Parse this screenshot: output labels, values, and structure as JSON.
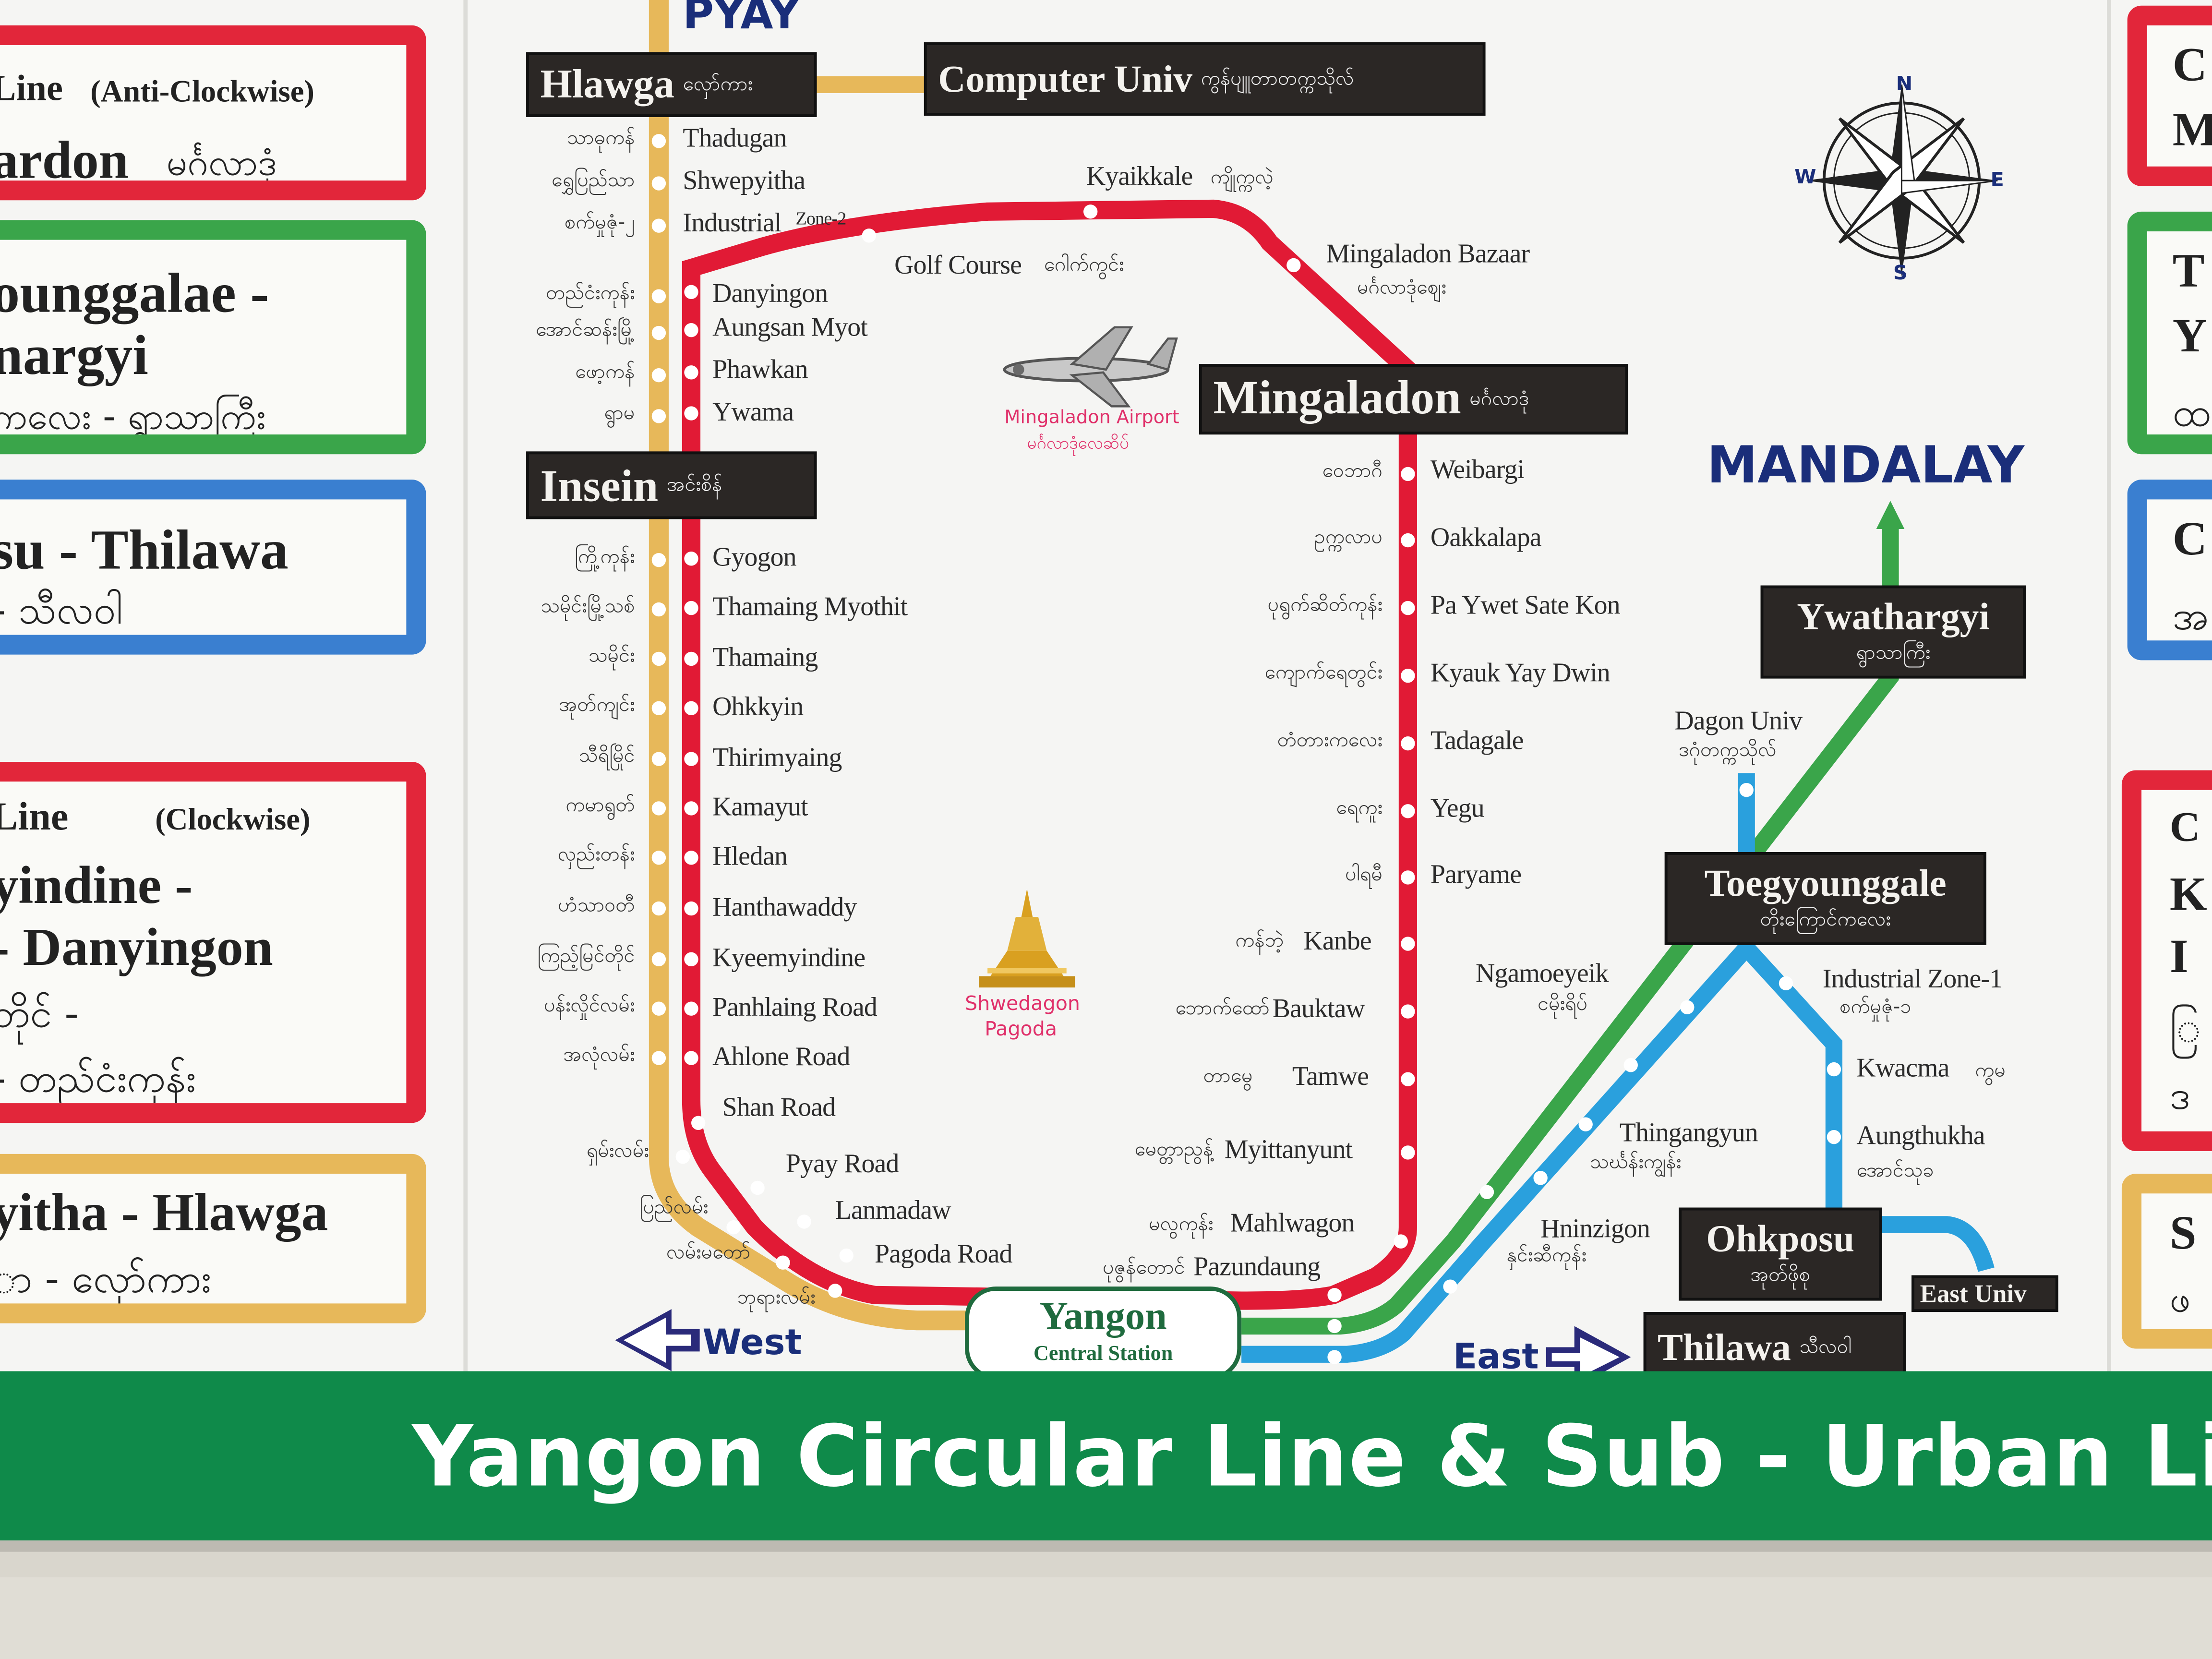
{
  "banner": "Yangon Circular Line & Sub - Urban Line",
  "colors": {
    "circular": "#e11a35",
    "west_line": "#e7b85a",
    "green_line": "#3aa54a",
    "blue_line": "#2aa0dd",
    "banner": "#0f8a4a",
    "label_box": "#2b2725"
  },
  "directions": {
    "pyay": "PYAY",
    "mandalay": "MANDALAY",
    "west": "West",
    "east": "East"
  },
  "compass": {
    "n": "N",
    "s": "S",
    "e": "E",
    "w": "W"
  },
  "landmarks": {
    "airport_en": "Mingaladon Airport",
    "airport_my": "မင်္ဂလာဒုံလေဆိပ်",
    "pagoda_en": "Shwedagon",
    "pagoda_en2": "Pagoda"
  },
  "major_stations": {
    "hlawga": {
      "en": "Hlawga",
      "my": "လှော်ကား"
    },
    "computer_univ": {
      "en": "Computer Univ",
      "my": "ကွန်ပျူတာတက္ကသိုလ်"
    },
    "insein": {
      "en": "Insein",
      "my": "အင်းစိန်"
    },
    "mingaladon": {
      "en": "Mingaladon",
      "my": "မင်္ဂလာဒုံ"
    },
    "yangon": {
      "en": "Yangon",
      "sub": "Central Station"
    },
    "ywathargyi": {
      "en": "Ywathargyi",
      "my": "ရွာသာကြီး"
    },
    "toegyounggale": {
      "en": "Toegyounggale",
      "my": "တိုးကြောင်ကလေး"
    },
    "ohkposu": {
      "en": "Ohkposu",
      "my": "အုတ်ဖိုစု"
    },
    "thilawa": {
      "en": "Thilawa",
      "my": "သီလဝါ"
    },
    "east_univ": {
      "en": "East Univ"
    }
  },
  "west_stations": [
    {
      "my": "သာဓုကန်",
      "en": "Thadugan"
    },
    {
      "my": "ရွှေပြည်သာ",
      "en": "Shwepyitha"
    },
    {
      "my": "စက်မှုဇုံ-၂",
      "en": "Industrial",
      "en2": "Zone-2"
    },
    {
      "my": "တည်ငံးကုန်း",
      "en": "Danyingon"
    },
    {
      "my": "အောင်ဆန်းမြို့",
      "en": "Aungsan Myot"
    },
    {
      "my": "ဖော့ကန်",
      "en": "Phawkan"
    },
    {
      "my": "ရွာမ",
      "en": "Ywama"
    },
    {
      "my": "ကြို့ကုန်း",
      "en": "Gyogon"
    },
    {
      "my": "သမိုင်းမြို့သစ်",
      "en": "Thamaing Myothit"
    },
    {
      "my": "သမိုင်း",
      "en": "Thamaing"
    },
    {
      "my": "အုတ်ကျင်း",
      "en": "Ohkkyin"
    },
    {
      "my": "သီရိမြိုင်",
      "en": "Thirimyaing"
    },
    {
      "my": "ကမာရွတ်",
      "en": "Kamayut"
    },
    {
      "my": "လှည်းတန်း",
      "en": "Hledan"
    },
    {
      "my": "ဟံသာဝတီ",
      "en": "Hanthawaddy"
    },
    {
      "my": "ကြည့်မြင်တိုင်",
      "en": "Kyeemyindine"
    },
    {
      "my": "ပန်းလှိုင်လမ်း",
      "en": "Panhlaing Road"
    },
    {
      "my": "အလုံလမ်း",
      "en": "Ahlone Road"
    },
    {
      "en": "Shan Road"
    },
    {
      "my": "ရှမ်းလမ်း",
      "en": "Pyay Road"
    },
    {
      "my": "ပြည်လမ်း",
      "en": "Lanmadaw"
    },
    {
      "my": "လမ်းမတော်",
      "en": "Pagoda Road"
    },
    {
      "my": "ဘုရားလမ်း"
    }
  ],
  "north_stations": [
    {
      "en": "Golf Course",
      "my": "ဂေါက်ကွင်း"
    },
    {
      "en": "Kyaikkale",
      "my": "ကျိုက္ကလဲ့"
    },
    {
      "en": "Mingaladon Bazaar",
      "my": "မင်္ဂလာဒုံဈေး"
    }
  ],
  "east_stations": [
    {
      "my": "ဝေဘာဂီ",
      "en": "Weibargi"
    },
    {
      "my": "ဥက္ကလာပ",
      "en": "Oakkalapa"
    },
    {
      "my": "ပုရွက်ဆိတ်ကုန်း",
      "en": "Pa Ywet Sate Kon"
    },
    {
      "my": "ကျောက်ရေတွင်း",
      "en": "Kyauk Yay Dwin"
    },
    {
      "my": "တံတားကလေး",
      "en": "Tadagale"
    },
    {
      "my": "ရေကူး",
      "en": "Yegu"
    },
    {
      "my": "ပါရမီ",
      "en": "Paryame"
    },
    {
      "my": "ကန်ဘဲ့",
      "en": "Kanbe"
    },
    {
      "my": "ဘောက်ထော်",
      "en": "Bauktaw"
    },
    {
      "my": "တာမွေ",
      "en": "Tamwe"
    },
    {
      "my": "မေတ္တာညွန့်",
      "en": "Myittanyunt"
    },
    {
      "my": "မလွကုန်း",
      "en": "Mahlwagon"
    },
    {
      "my": "ပုဇွန်တောင်",
      "en": "Pazundaung"
    }
  ],
  "sub_stations": [
    {
      "en": "Dagon Univ",
      "my": "ဒဂုံတက္ကသိုလ်"
    },
    {
      "en": "Ngamoeyeik",
      "my": "ငမိုးရိပ်"
    },
    {
      "en": "Industrial Zone-1",
      "my": "စက်မှုဇုံ-၁"
    },
    {
      "en": "Kwacma",
      "my": "ကွမ"
    },
    {
      "en": "Aungthukha",
      "my": "အောင်သုခ"
    },
    {
      "en": "Thingangyun",
      "my": "သင်္ဃန်းကျွန်း"
    },
    {
      "en": "Hninzigon",
      "my": "နှင်းဆီကုန်း"
    }
  ],
  "side_cards": {
    "left1": {
      "l1": "Line",
      "l2": "(Anti-Clockwise)",
      "l3": "ardon",
      "l4": "မင်္ဂလာဒုံ"
    },
    "left2": {
      "l1": "ounggalae -",
      "l2": "nargyi",
      "l3": "ကလေး - ရွာသာကြီး"
    },
    "left3": {
      "l1": "su - Thilawa",
      "l2": "- သီလဝါ"
    },
    "left4": {
      "l1": "Line",
      "l2": "(Clockwise)",
      "l3": "yindine -",
      "l4": "- Danyingon",
      "l5": "တိုင် -",
      "l6": "- တည်ငံးကုန်း"
    },
    "left5": {
      "l1": "yitha - Hlawga",
      "l2": "ာ - လှော်ကား"
    },
    "right1": {
      "l1": "C",
      "l2": "M"
    },
    "right2": {
      "l1": "T",
      "l2": "Y",
      "l3": "ထ"
    },
    "right3": {
      "l1": "C",
      "l2": "အ"
    },
    "right4": {
      "l1": "C",
      "l2": "K",
      "l3": "I",
      "l4": "ြ",
      "l5": "ဒ"
    },
    "right5": {
      "l1": "S",
      "l2": "ဖ"
    }
  }
}
